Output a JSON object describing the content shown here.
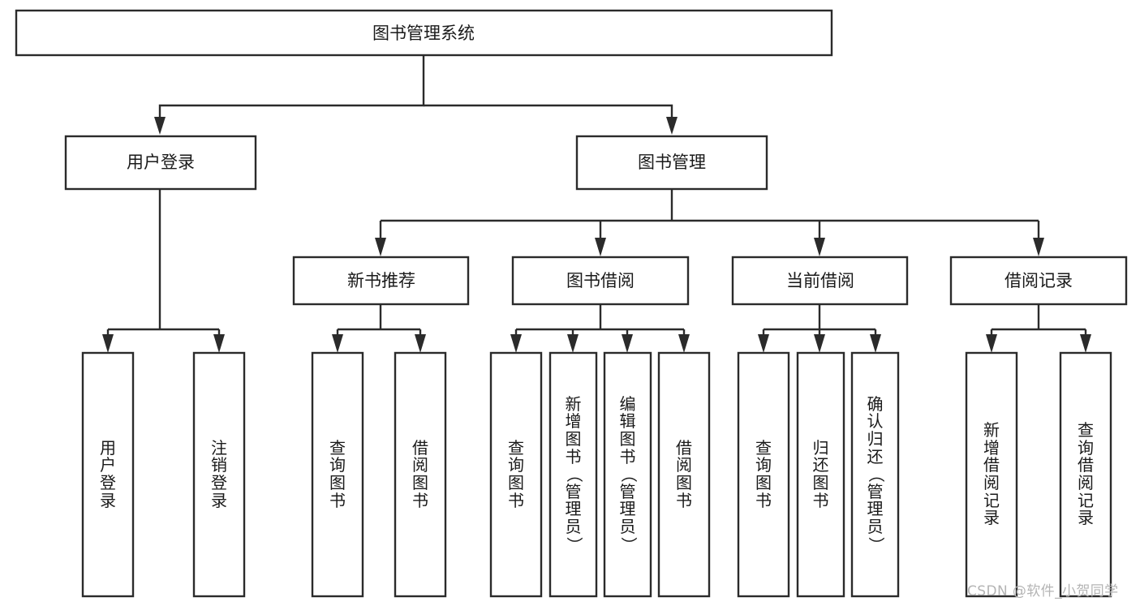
{
  "diagram": {
    "type": "tree-hierarchy",
    "title": "图书管理系统",
    "colors": {
      "stroke": "#2b2b2b",
      "fill": "#ffffff",
      "text": "#1a1a1a",
      "background": "#ffffff",
      "watermark": "#b4b4b4"
    },
    "root": {
      "label": "图书管理系统"
    },
    "level2": [
      {
        "id": "user-login",
        "label": "用户登录"
      },
      {
        "id": "book-management",
        "label": "图书管理"
      }
    ],
    "level3": [
      {
        "id": "new-book-recommend",
        "label": "新书推荐",
        "parent": "book-management"
      },
      {
        "id": "book-borrow",
        "label": "图书借阅",
        "parent": "book-management"
      },
      {
        "id": "current-borrow",
        "label": "当前借阅",
        "parent": "book-management"
      },
      {
        "id": "borrow-record",
        "label": "借阅记录",
        "parent": "book-management"
      }
    ],
    "leaves": [
      {
        "id": "leaf-user-login",
        "label": "用户登录",
        "parent": "user-login"
      },
      {
        "id": "leaf-logout-login",
        "label": "注销登录",
        "parent": "user-login"
      },
      {
        "id": "leaf-query-book-1",
        "label": "查询图书",
        "parent": "new-book-recommend"
      },
      {
        "id": "leaf-borrow-book-1",
        "label": "借阅图书",
        "parent": "new-book-recommend"
      },
      {
        "id": "leaf-query-book-2",
        "label": "查询图书",
        "parent": "book-borrow"
      },
      {
        "id": "leaf-add-book",
        "label": "新增图书（管理员）",
        "parent": "book-borrow"
      },
      {
        "id": "leaf-edit-book",
        "label": "编辑图书（管理员）",
        "parent": "book-borrow"
      },
      {
        "id": "leaf-borrow-book-2",
        "label": "借阅图书",
        "parent": "book-borrow"
      },
      {
        "id": "leaf-query-book-3",
        "label": "查询图书",
        "parent": "current-borrow"
      },
      {
        "id": "leaf-return-book",
        "label": "归还图书",
        "parent": "current-borrow"
      },
      {
        "id": "leaf-confirm-return",
        "label": "确认归还（管理员）",
        "parent": "current-borrow"
      },
      {
        "id": "leaf-add-record",
        "label": "新增借阅记录",
        "parent": "borrow-record"
      },
      {
        "id": "leaf-query-record",
        "label": "查询借阅记录",
        "parent": "borrow-record"
      }
    ]
  },
  "watermark": {
    "text": "CSDN @软件_小贺同学"
  }
}
